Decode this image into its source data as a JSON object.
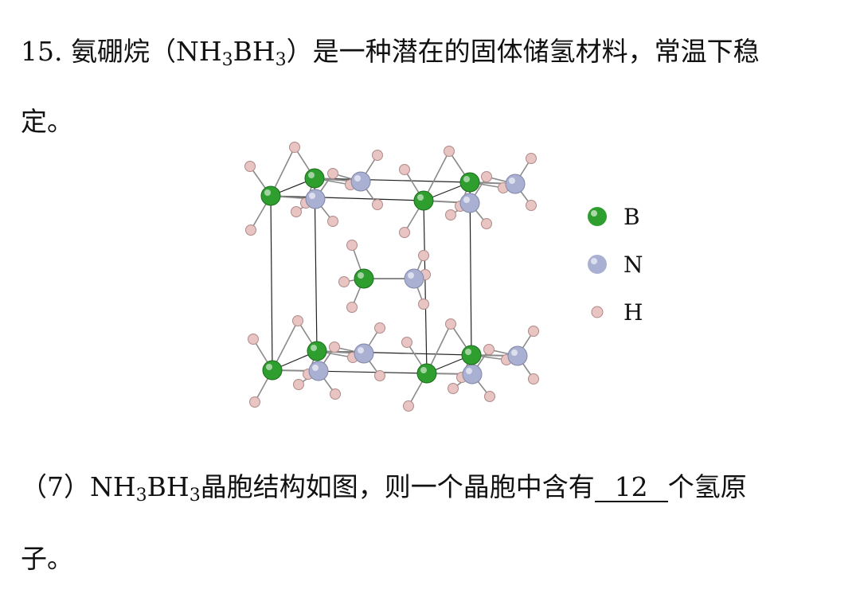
{
  "question": {
    "number": "15.",
    "stem_part1": "氨硼烷（",
    "formula": {
      "a": "NH",
      "b": "3",
      "c": "BH",
      "d": "3"
    },
    "stem_part2": "）是一种潜在的固体储氢材料，常温下稳",
    "stem_line2": "定。"
  },
  "subquestion": {
    "label": "（7）",
    "formula": {
      "a": "NH",
      "b": "3",
      "c": "BH",
      "d": "3"
    },
    "text_before_blank": "晶胞结构如图，则一个晶胞中含有",
    "answer": "12",
    "text_after_blank": "个氢原",
    "text_line2": "子。"
  },
  "legend": [
    {
      "label": "B",
      "color": "#2e9e2e"
    },
    {
      "label": "N",
      "color": "#a9b0d2"
    },
    {
      "label": "H",
      "color": "#e8c4c2"
    }
  ],
  "colors": {
    "boron": "#2e9e2e",
    "nitrogen": "#a9b0d2",
    "hydrogen": "#e8c4c2",
    "bond": "#8a8a8a",
    "cell_edge": "#222222"
  }
}
